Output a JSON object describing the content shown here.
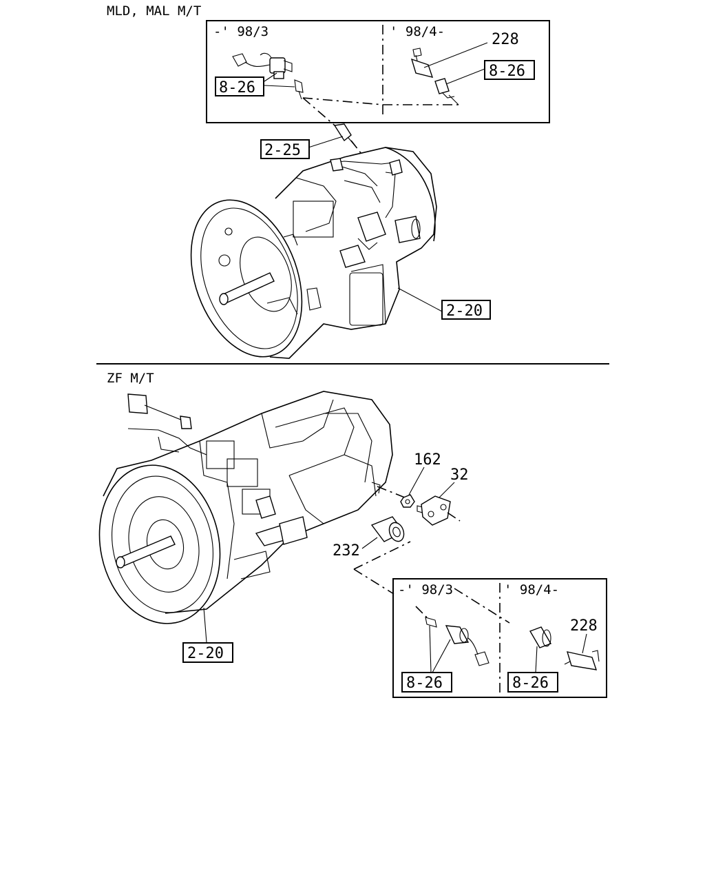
{
  "sections": {
    "top_title": "MLD, MAL  M/T",
    "bottom_title": "ZF  M/T"
  },
  "top_inset": {
    "left_period": "-' 98/3",
    "right_period": "' 98/4-"
  },
  "bottom_inset": {
    "left_period": "-' 98/3",
    "right_period": "' 98/4-"
  },
  "callouts": {
    "top_228": "228",
    "top_8_26_right": "8-26",
    "top_8_26_left": "8-26",
    "top_2_25": "2-25",
    "top_2_20": "2-20",
    "bottom_162": "162",
    "bottom_32": "32",
    "bottom_232": "232",
    "bottom_2_20": "2-20",
    "bottom_228": "228",
    "bottom_8_26_left": "8-26",
    "bottom_8_26_right": "8-26"
  }
}
